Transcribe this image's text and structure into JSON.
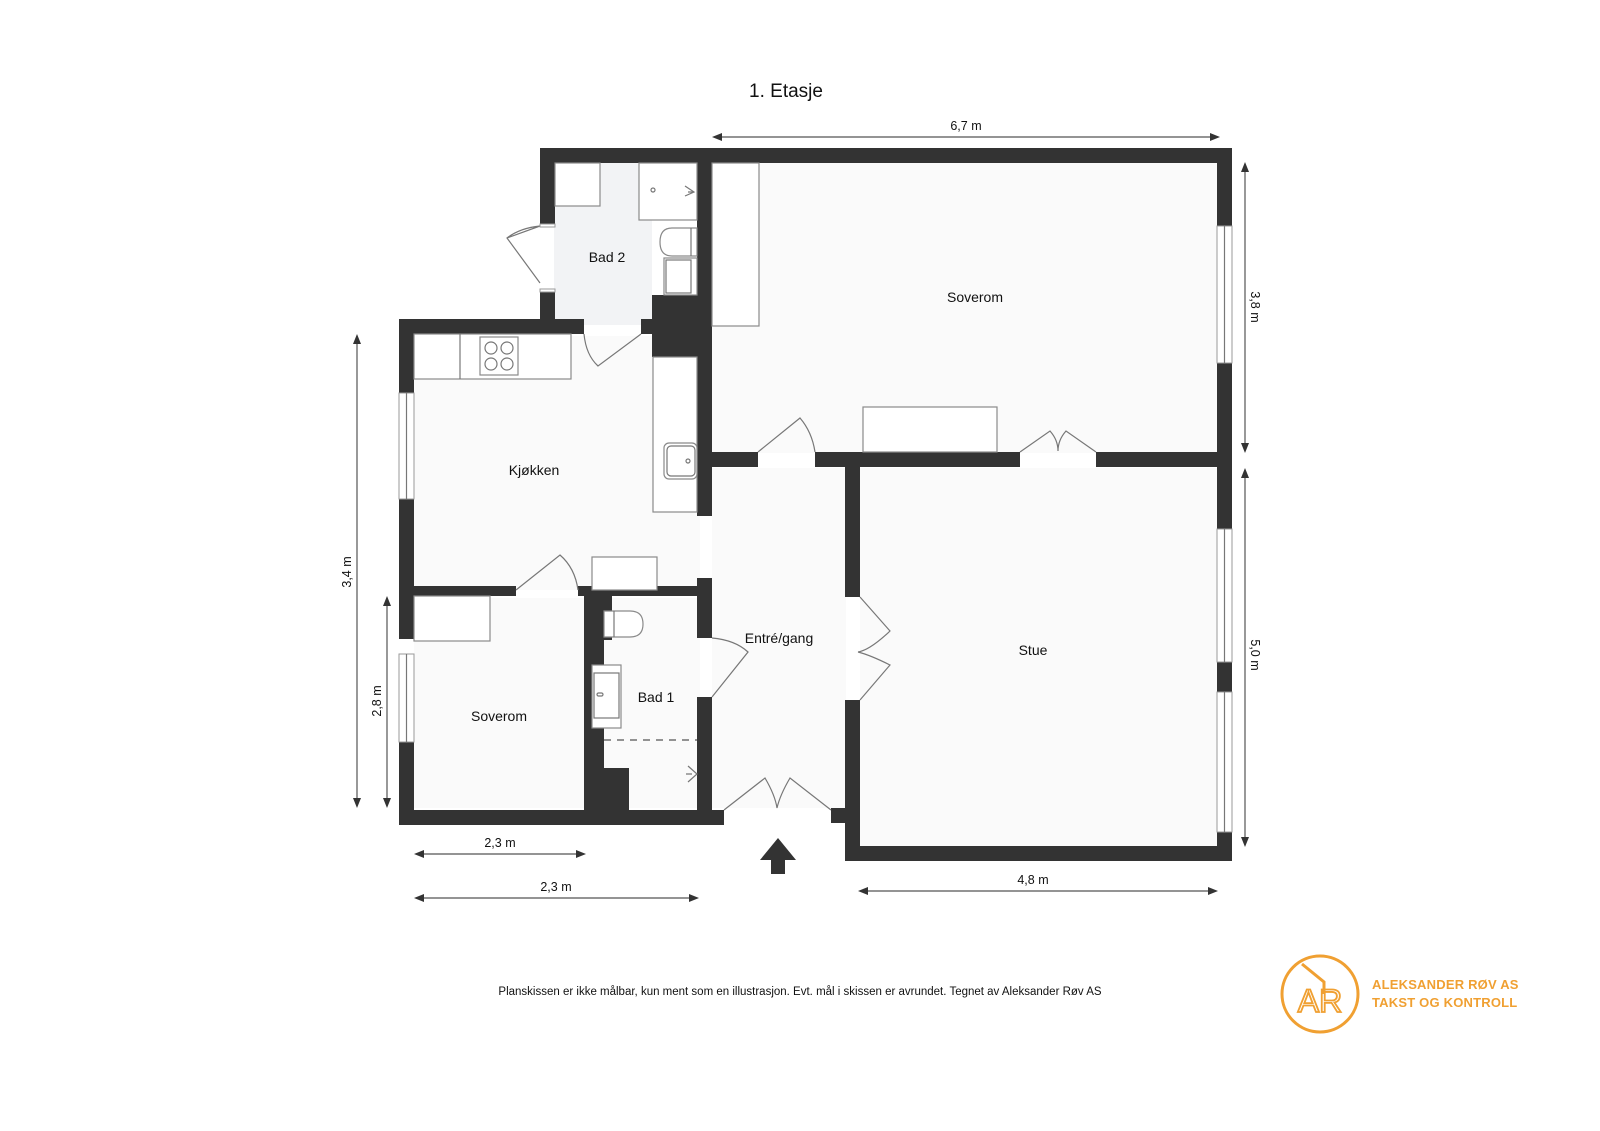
{
  "title": "1. Etasje",
  "rooms": {
    "bad2": "Bad 2",
    "kjokken": "Kjøkken",
    "soverom_large": "Soverom",
    "soverom_small": "Soverom",
    "bad1": "Bad 1",
    "entre": "Entré/gang",
    "stue": "Stue"
  },
  "dimensions": {
    "top_width": "6,7 m",
    "right_upper": "3,8 m",
    "right_lower": "5,0 m",
    "left_outer": "3,4 m",
    "left_inner": "2,8 m",
    "bottom_inner": "2,3 m",
    "bottom_outer": "2,3 m",
    "bottom_right": "4,8 m"
  },
  "entrance_marker": "entrance-arrow-up",
  "footer": {
    "disclaimer": "Planskissen er ikke målbar, kun ment som en illustrasjon. Evt. mål i skissen er avrundet. Tegnet av Aleksander Røv AS"
  },
  "logo": {
    "monogram": "AR",
    "line1": "ALEKSANDER RØV AS",
    "line2": "TAKST OG KONTROLL",
    "color": "#f0a032"
  },
  "colors": {
    "wall": "#333333",
    "floor": "#fafafa",
    "bath_floor": "#f2f3f5"
  }
}
